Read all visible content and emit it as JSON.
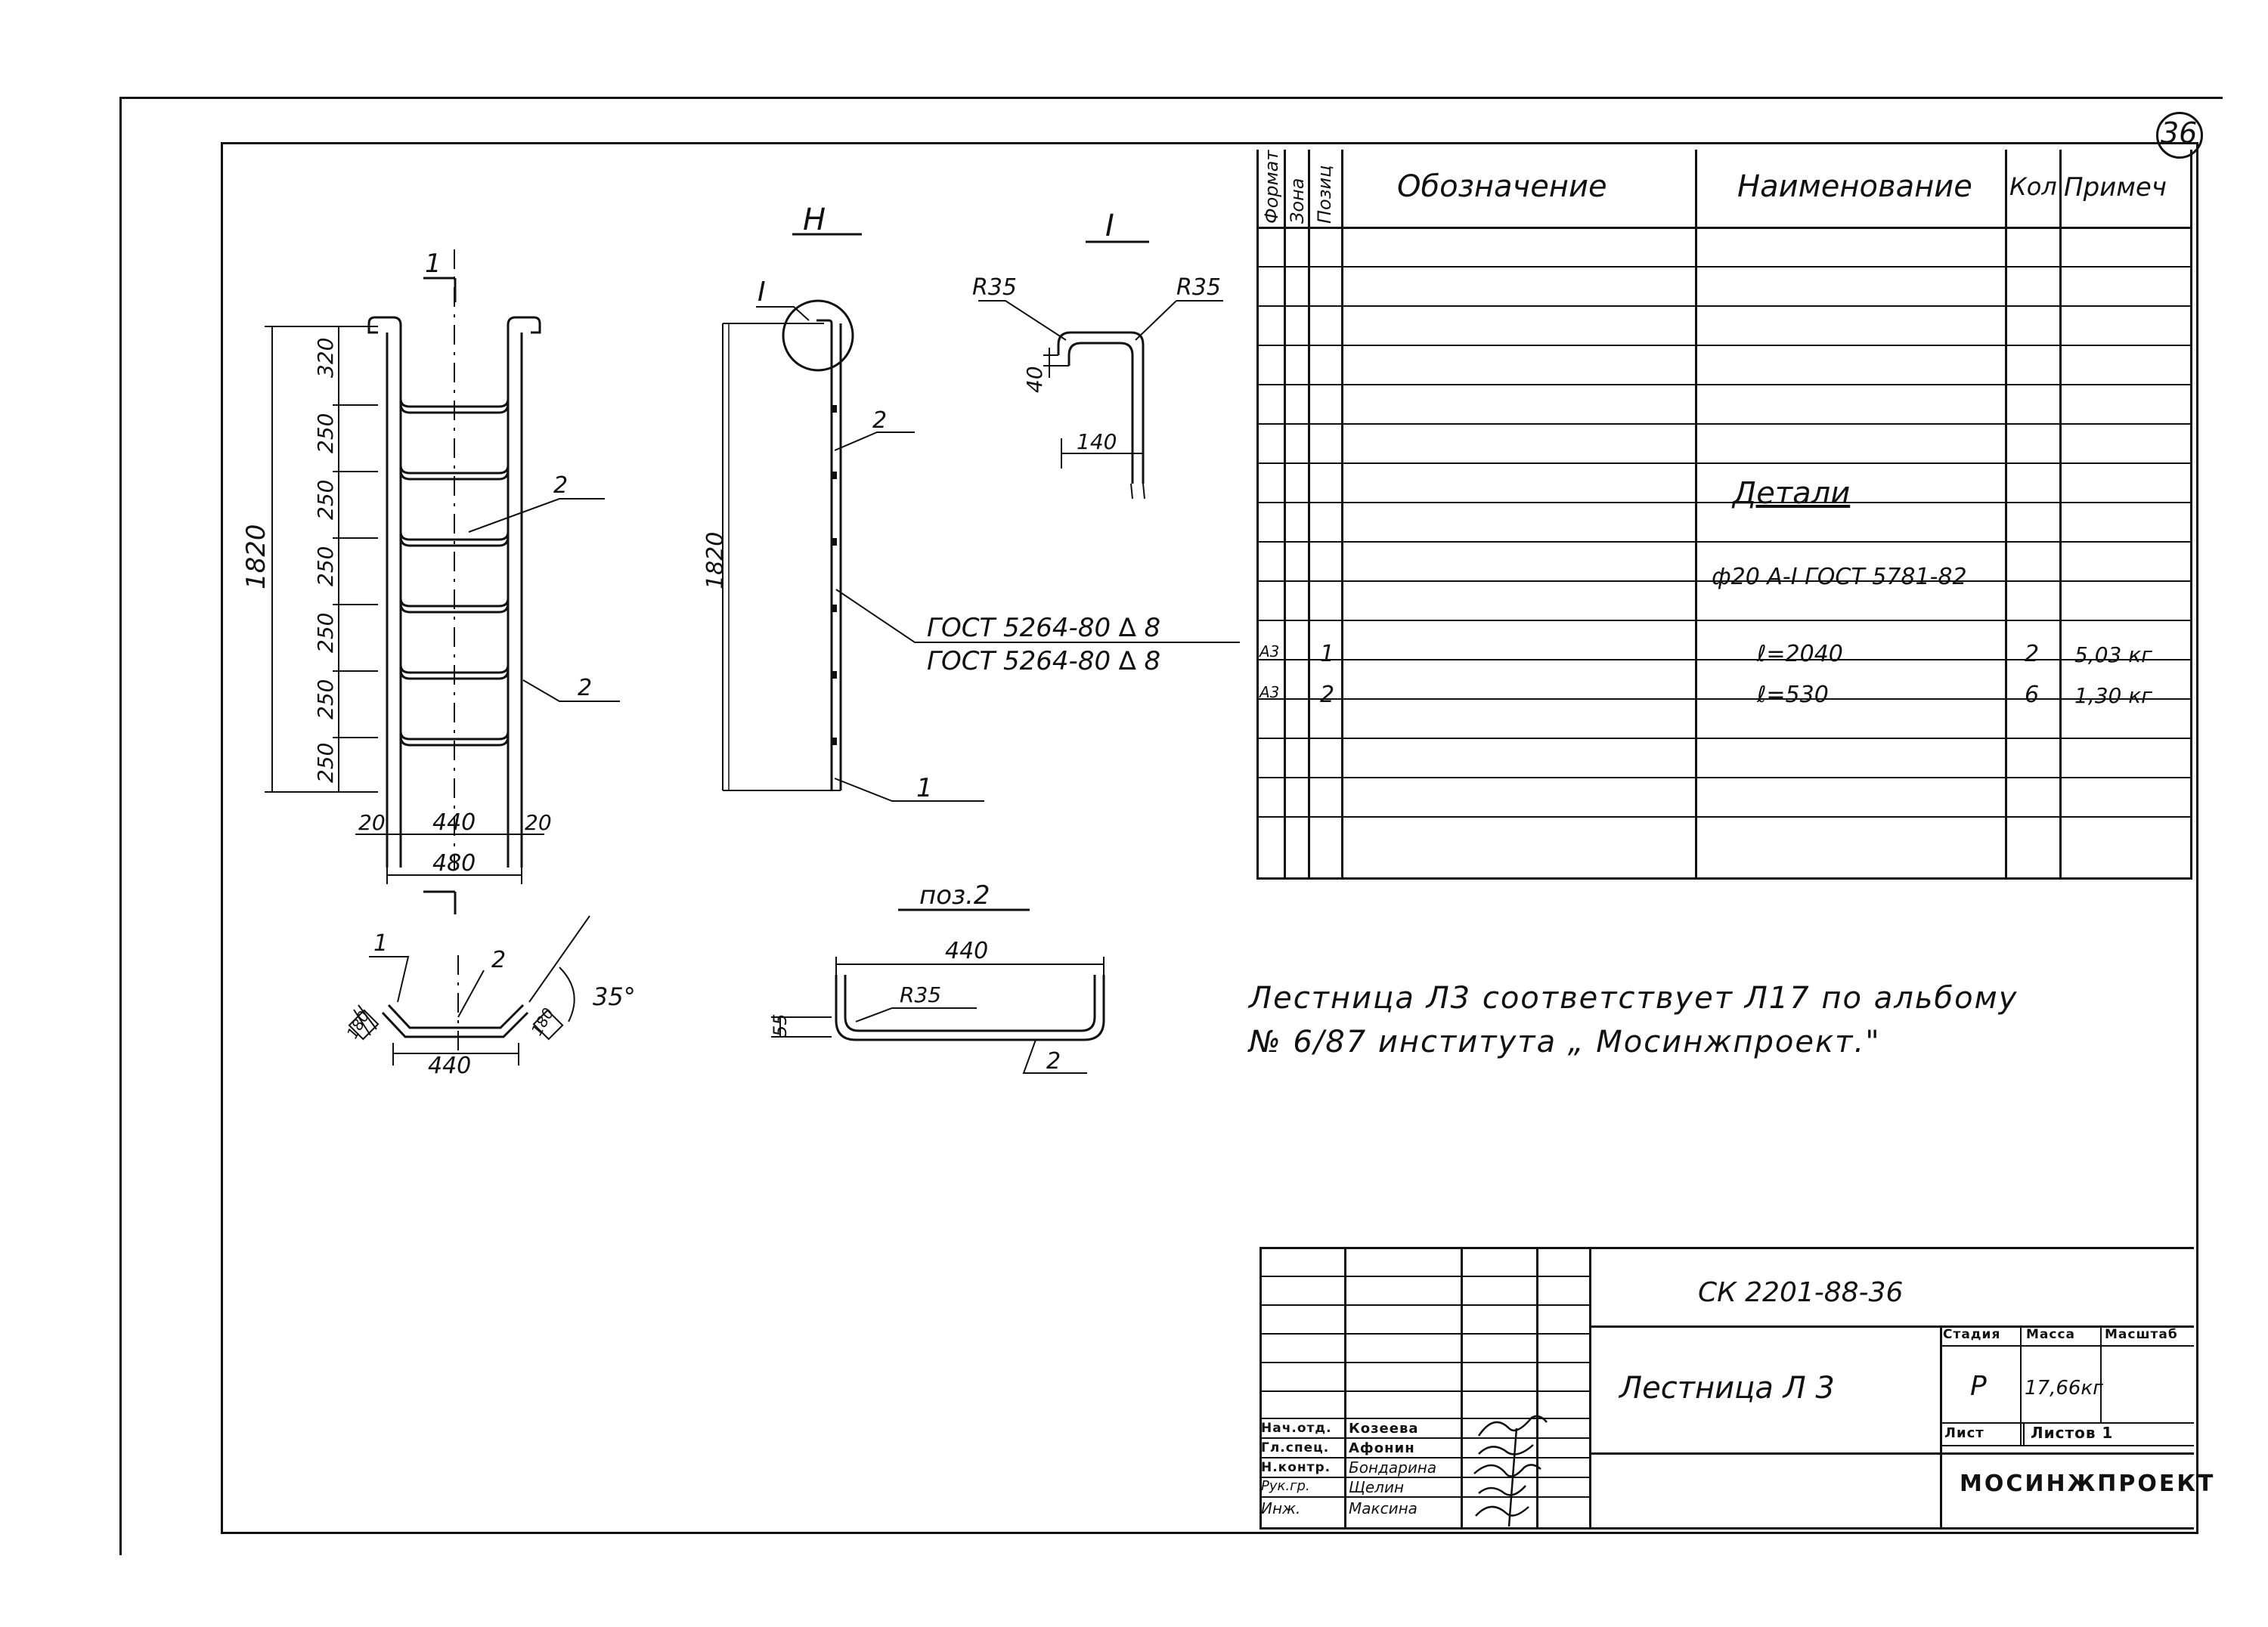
{
  "sheet_number": "36",
  "spec_table": {
    "headers": {
      "format": "Формат",
      "zone": "Зона",
      "position": "Позиц",
      "designation": "Обозначение",
      "name": "Наименование",
      "qty": "Кол",
      "note": "Примеч"
    },
    "section_title": "Детали",
    "material_line": "ф20 А-I  ГОСТ 5781-82",
    "rows": [
      {
        "format": "А3",
        "pos": "1",
        "name": "ℓ=2040",
        "qty": "2",
        "note": "5,03 кг"
      },
      {
        "format": "А3",
        "pos": "2",
        "name": "ℓ=530",
        "qty": "6",
        "note": "1,30 кг"
      }
    ]
  },
  "drawing": {
    "front_view": {
      "section_mark": "1",
      "height_total": "1820",
      "steps": [
        "320",
        "250",
        "250",
        "250",
        "250",
        "250",
        "250"
      ],
      "bottom_dims": [
        "20",
        "440",
        "20"
      ],
      "overall_width": "480",
      "callouts": [
        "2",
        "2"
      ]
    },
    "side_view": {
      "title": "Н",
      "detail_mark": "I",
      "height": "1820",
      "callouts": [
        "2",
        "1"
      ],
      "weld_notes": [
        "ГОСТ 5264-80  ∆ 8",
        "ГОСТ 5264-80  ∆ 8"
      ]
    },
    "detail_I": {
      "title": "I",
      "radius_left": "R35",
      "radius_right": "R35",
      "dim_vertical": "40",
      "dim_horizontal": "140"
    },
    "section_1_1": {
      "mark": "1-1",
      "callouts": [
        "1",
        "2"
      ],
      "angle": "35°",
      "dim_left": "180",
      "dim_right": "180",
      "dim_bottom": "440"
    },
    "pos2": {
      "title": "поз.2",
      "dim_width": "440",
      "dim_height": "55",
      "radius": "R35",
      "callout": "2"
    }
  },
  "note": {
    "line1": "Лестница Л3   соответствует Л17  по альбому",
    "line2": "№ 6/87 института „ Мосинжпроект.\""
  },
  "title_block": {
    "doc_code": "СК 2201-88-36",
    "title": "Лестница Л 3",
    "stage_label": "Стадия",
    "mass_label": "Масса",
    "scale_label": "Масштаб",
    "stage": "Р",
    "mass": "17,66кг",
    "sheet_label": "Лист",
    "sheets_label": "Листов 1",
    "organization": "МОСИНЖПРОЕКТ",
    "signers": [
      {
        "role": "Нач.отд.",
        "name": "Козеева"
      },
      {
        "role": "Гл.спец.",
        "name": "Афонин"
      },
      {
        "role": "Н.контр.",
        "name": "Бондарина"
      },
      {
        "role": "Рук.гр.",
        "name": "Щелин"
      },
      {
        "role": "Инж.",
        "name": "Максина"
      }
    ]
  }
}
